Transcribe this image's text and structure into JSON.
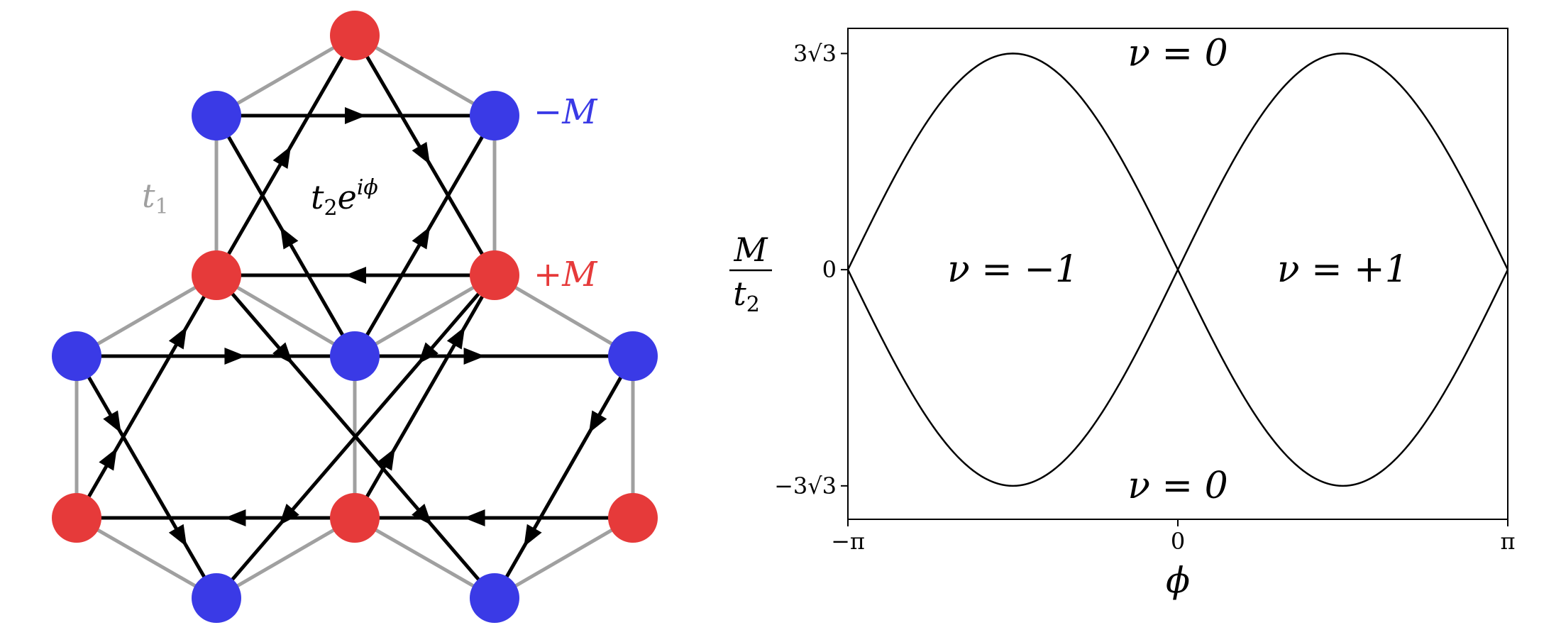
{
  "lattice": {
    "hopping_nn_label": "t",
    "hopping_nn_sub": "1",
    "hopping_nnn_label": "t",
    "hopping_nnn_sub": "2",
    "hopping_nnn_exp": "e",
    "hopping_nnn_phase": "iϕ",
    "mass_minus_label": "−M",
    "mass_plus_label": "+M",
    "colors": {
      "minus_site": "#3a3ae6",
      "plus_site": "#e63a3a",
      "nn_bond": "#a0a0a0",
      "nnn_bond": "#000000"
    }
  },
  "chart_data": {
    "type": "line",
    "xlabel": "ϕ",
    "ylabel_num": "M",
    "ylabel_den": "t",
    "ylabel_den_sub": "2",
    "xlim": [
      -3.14159,
      3.14159
    ],
    "ylim": [
      -6.0,
      5.8
    ],
    "xticks": [
      {
        "value": -3.14159,
        "label": "−π"
      },
      {
        "value": 0,
        "label": "0"
      },
      {
        "value": 3.14159,
        "label": "π"
      }
    ],
    "yticks": [
      {
        "value": 5.196,
        "label": "3√3"
      },
      {
        "value": 0,
        "label": "0"
      },
      {
        "value": -5.196,
        "label": "−3√3"
      }
    ],
    "series": [
      {
        "function": "3√3·sin(ϕ)",
        "amplitude": 5.196,
        "sign": 1
      },
      {
        "function": "−3√3·sin(ϕ)",
        "amplitude": 5.196,
        "sign": -1
      }
    ],
    "regions": [
      {
        "label": "ν = 0",
        "phi": 0,
        "M": 5.196
      },
      {
        "label": "ν = −1",
        "phi": -1.57,
        "M": 0
      },
      {
        "label": "ν = +1",
        "phi": 1.57,
        "M": 0
      },
      {
        "label": "ν = 0",
        "phi": 0,
        "M": -5.196
      }
    ]
  }
}
